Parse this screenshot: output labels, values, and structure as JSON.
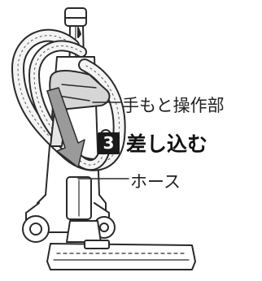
{
  "labels": {
    "handle": "手もと操作部",
    "hose": "ホース"
  },
  "step": {
    "number": "3",
    "action": "差し込む"
  },
  "colors": {
    "line": "#2a2a2a",
    "arrow": "#9a9a9a",
    "hose_fill": "#f4f4f4",
    "handle_fill": "#d6d6d6",
    "badge": "#1a1a1a"
  }
}
